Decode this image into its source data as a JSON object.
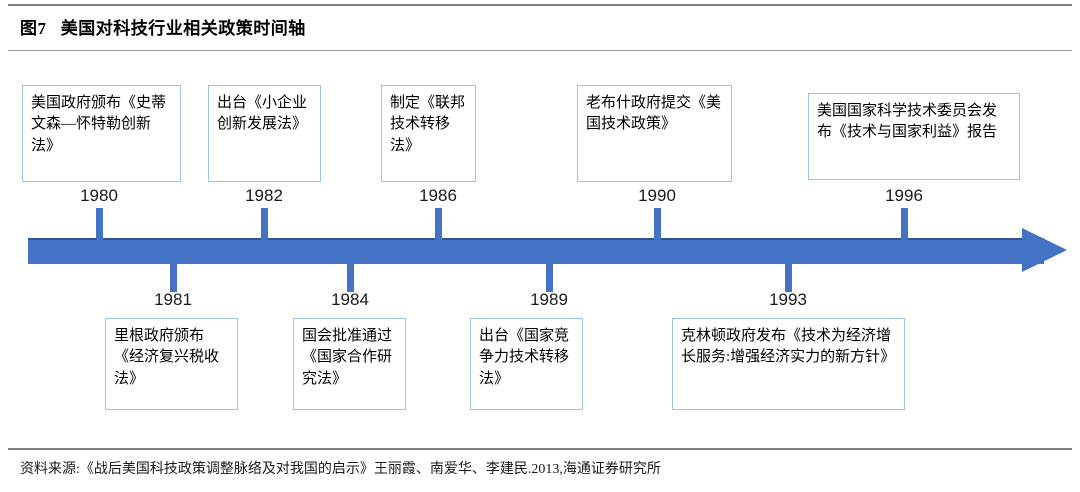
{
  "figure": {
    "title": "图7   美国对科技行业相关政策时间轴",
    "source_note": "资料来源:《战后美国科技政策调整脉络及对我国的启示》王丽霞、南爱华、李建民.2013,海通证券研究所"
  },
  "colors": {
    "timeline_blue": "#4472C4",
    "timeline_blue_dark": "#2F5597",
    "box_border": "#9DC3E6",
    "rule_gray": "#7F7F7F",
    "text": "#000000"
  },
  "chart_data": {
    "type": "timeline",
    "title": "美国对科技行业相关政策时间轴",
    "axis_direction": "left-to-right",
    "xlim": [
      1979,
      1998
    ],
    "events": [
      {
        "year": "1980",
        "side": "above",
        "text": "美国政府颁布《史蒂文森—怀特勒创新法》"
      },
      {
        "year": "1981",
        "side": "below",
        "text": "里根政府颁布《经济复兴税收法》"
      },
      {
        "year": "1982",
        "side": "above",
        "text": "出台《小企业创新发展法》"
      },
      {
        "year": "1984",
        "side": "below",
        "text": "国会批准通过《国家合作研究法》"
      },
      {
        "year": "1986",
        "side": "above",
        "text": "制定《联邦技术转移法》"
      },
      {
        "year": "1989",
        "side": "below",
        "text": "出台《国家竞争力技术转移法》"
      },
      {
        "year": "1990",
        "side": "above",
        "text": "老布什政府提交《美国技术政策》"
      },
      {
        "year": "1993",
        "side": "below",
        "text": "克林顿政府发布《技术为经济增长服务:增强经济实力的新方针》"
      },
      {
        "year": "1996",
        "side": "above",
        "text": "美国国家科学技术委员会发布《技术与国家利益》报告"
      }
    ]
  }
}
